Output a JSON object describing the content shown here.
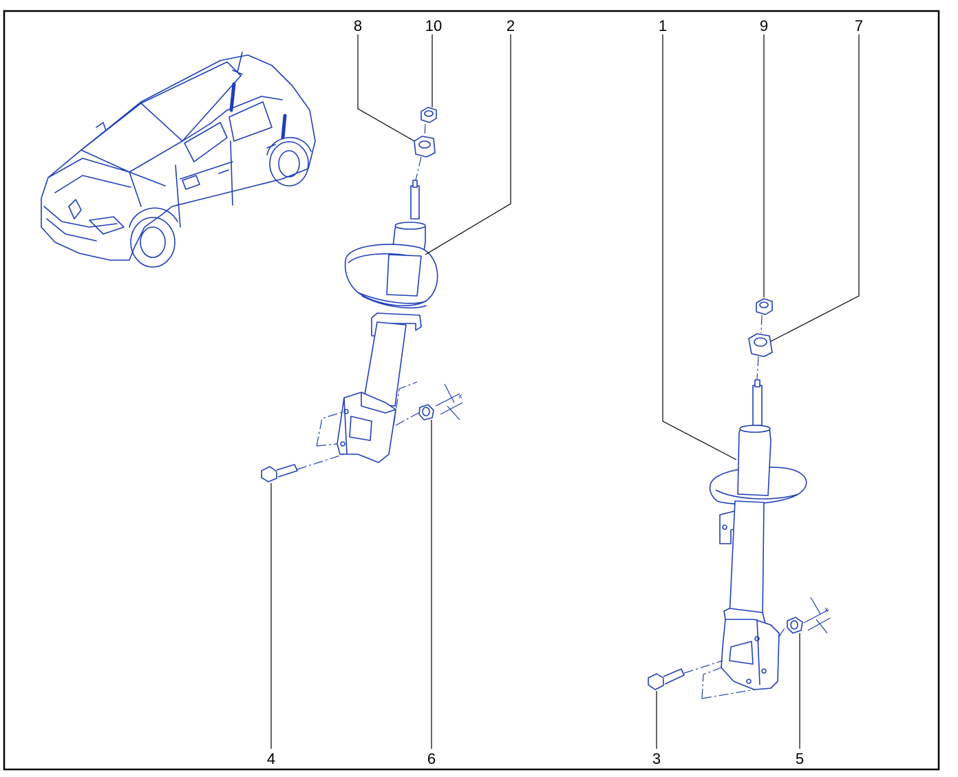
{
  "colors": {
    "frame": "#000000",
    "line": "#1f3fb8",
    "fill": "#ffffff",
    "leader": "#000000"
  },
  "callouts": {
    "c1": "1",
    "c2": "2",
    "c3": "3",
    "c4": "4",
    "c5": "5",
    "c6": "6",
    "c7": "7",
    "c8": "8",
    "c9": "9",
    "c10": "10"
  },
  "dimension_mark": "x"
}
